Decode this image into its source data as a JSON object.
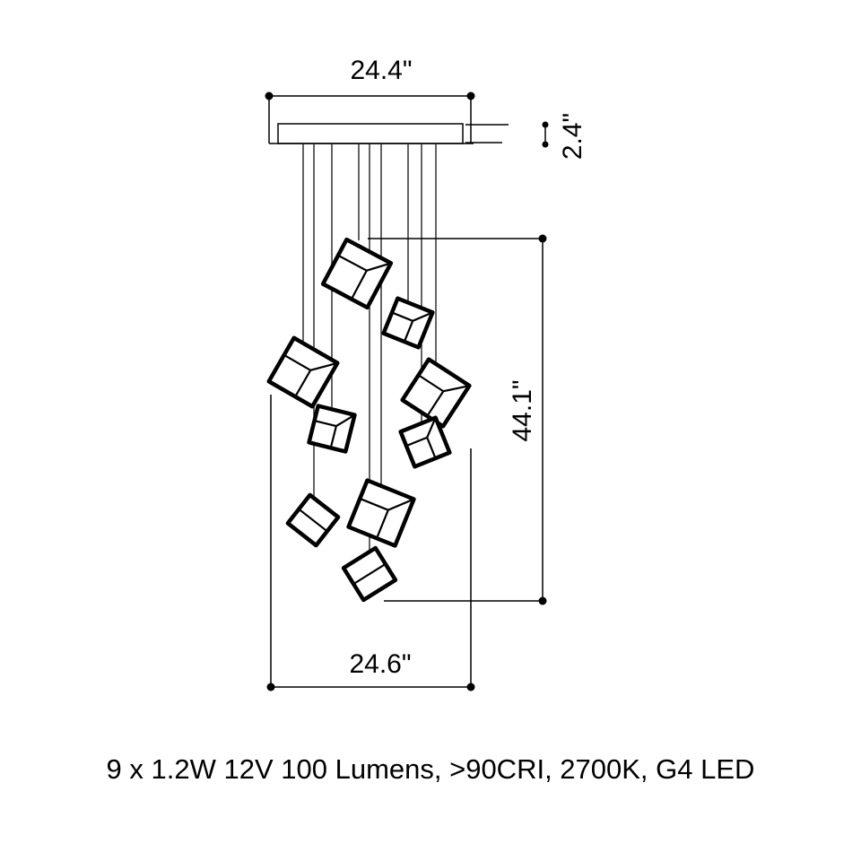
{
  "dimensions": {
    "top_width": "24.4\"",
    "canopy_height": "2.4\"",
    "drop_height": "44.1\"",
    "bottom_width": "24.6\""
  },
  "spec_text": "9 x 1.2W 12V 100 Lumens, >90CRI, 2700K, G4 LED"
}
